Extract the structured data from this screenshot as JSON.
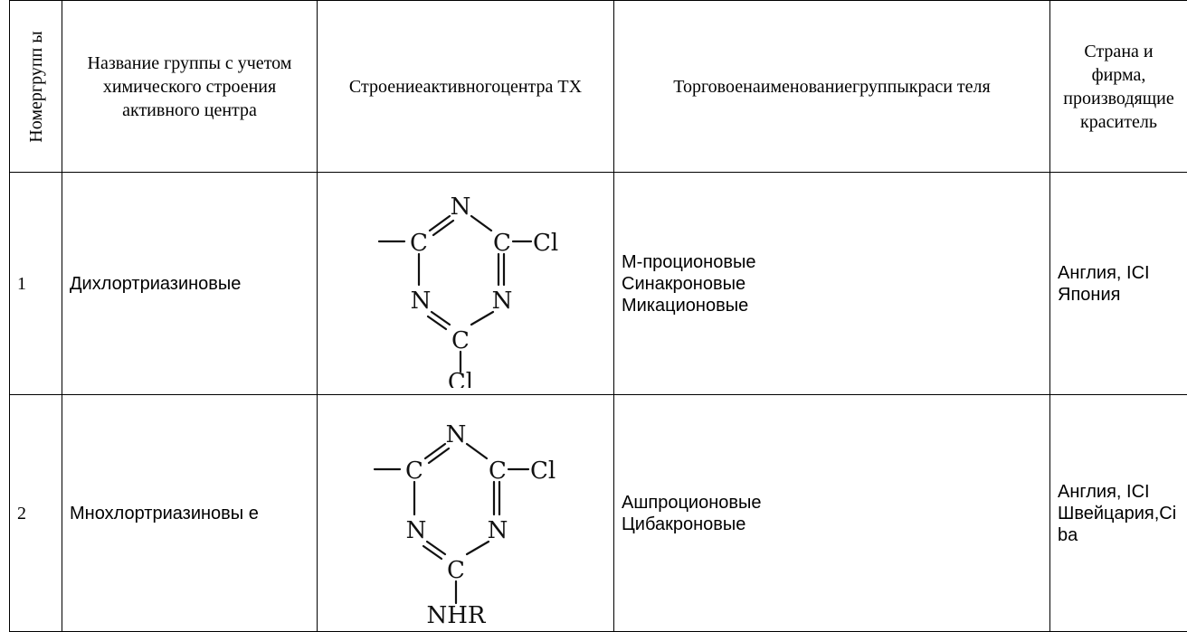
{
  "header": {
    "col_number": "Номергрупп ы",
    "col_group_name": "Название группы с учетом химического строения активного центра",
    "col_structure": "Строениеактивногоцентра ТХ",
    "col_trade_name": "Торговоенаименованиегруппыкраси теля",
    "col_country": "Страна и фирма, производящие краситель"
  },
  "rows": [
    {
      "number": "1",
      "group_name": "Дихлортриазиновые",
      "structure": {
        "atom_n_top": "N",
        "atom_c_left": "C",
        "atom_c_right": "C",
        "substituent_right": "Cl",
        "atom_n_left": "N",
        "atom_n_right": "N",
        "atom_c_bottom": "C",
        "substituent_bottom": "Cl"
      },
      "trade_names": [
        "М-проционовые",
        "Синакроновые",
        "Микационовые"
      ],
      "country": [
        "Англия, ICI",
        "Япония"
      ]
    },
    {
      "number": "2",
      "group_name": "Мнохлортриазиновы е",
      "structure": {
        "atom_n_top": "N",
        "atom_c_left": "C",
        "atom_c_right": "C",
        "substituent_right": "Cl",
        "atom_n_left": "N",
        "atom_n_right": "N",
        "atom_c_bottom": "C",
        "substituent_bottom": "NHR"
      },
      "trade_names": [
        "Ашпроционовые",
        "Цибакроновые"
      ],
      "country": [
        "Англия, ICI",
        "Швейцария,Ci ba"
      ]
    }
  ]
}
